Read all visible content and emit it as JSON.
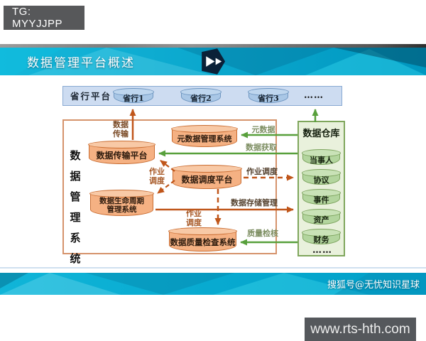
{
  "watermark_top": {
    "label": "TG: MYYJJPP"
  },
  "header": {
    "title": "数据管理平台概述"
  },
  "diagram": {
    "provincial_platform": {
      "title": "省行平台",
      "nodes": [
        "省行1",
        "省行2",
        "省行3"
      ],
      "more": "……"
    },
    "dms": {
      "title_chars": [
        "数",
        "据",
        "管",
        "理",
        "系",
        "统"
      ],
      "nodes": {
        "transmission": "数据传输平台",
        "metadata": "元数据管理系统",
        "scheduling": "数据调度平台",
        "lifecycle_line1": "数据生命周期",
        "lifecycle_line2": "管理系统",
        "quality": "数据质量检查系统"
      }
    },
    "warehouse": {
      "title": "数据仓库",
      "entities": [
        "当事人",
        "协议",
        "事件",
        "资产",
        "财务"
      ],
      "more": "……"
    },
    "labels": {
      "data_transmission_l1": "数据",
      "data_transmission_l2": "传输",
      "metadata_flow": "元数据",
      "data_acquisition": "数据获取",
      "job_scheduling_left_l1": "作业",
      "job_scheduling_left_l2": "调度",
      "job_scheduling_right": "作业调度",
      "job_scheduling_down_l1": "作业",
      "job_scheduling_down_l2": "调度",
      "data_storage_mgmt": "数据存储管理",
      "quality_check": "质量检核"
    },
    "colors": {
      "orange_arrow": "#c0561a",
      "green_arrow": "#58a03c",
      "orange_cylinder": "#f5b183",
      "blue_cylinder": "#a9c7e6",
      "green_cylinder": "#b3d59e",
      "banner_teal": "#00aed2"
    }
  },
  "footer_banner": {
    "credit": "搜狐号@无忧知识星球"
  },
  "watermark_bottom": {
    "label": "www.rts-hth.com"
  }
}
